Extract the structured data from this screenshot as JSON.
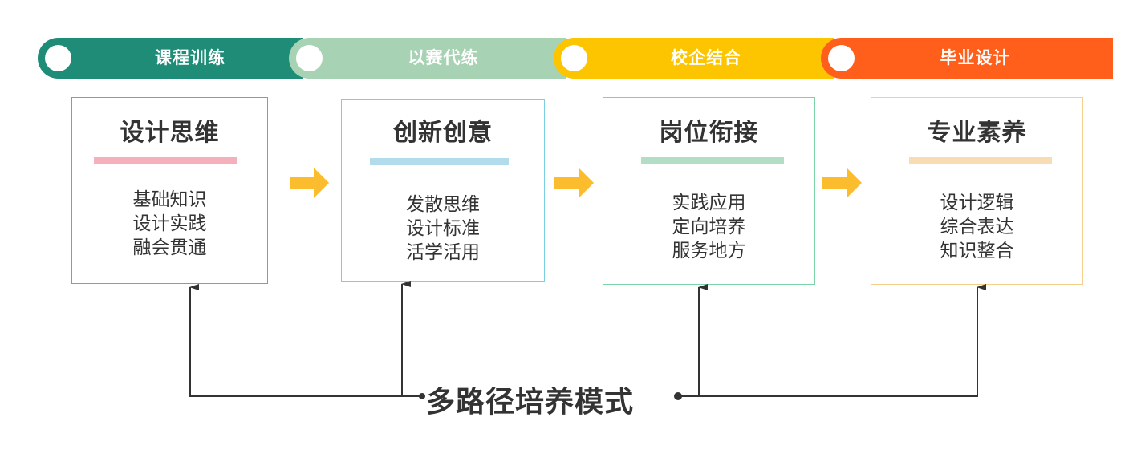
{
  "stages": [
    {
      "label": "课程训练",
      "color": "#1F8C77"
    },
    {
      "label": "以赛代练",
      "color": "#A8D2B4"
    },
    {
      "label": "校企结合",
      "color": "#FDC500"
    },
    {
      "label": "毕业设计",
      "color": "#FF5F1A"
    }
  ],
  "cards": [
    {
      "title": "设计思维",
      "border_color": "#EC6F8A",
      "rule_color": "#F6B0BC",
      "items": [
        "基础知识",
        "设计实践",
        "融会贯通"
      ]
    },
    {
      "title": "创新创意",
      "border_color": "#7ACFE0",
      "rule_color": "#B2DCEC",
      "items": [
        "发散思维",
        "设计标准",
        "活学活用"
      ]
    },
    {
      "title": "岗位衔接",
      "border_color": "#7DD3A8",
      "rule_color": "#B1DEC4",
      "items": [
        "实践应用",
        "定向培养",
        "服务地方"
      ]
    },
    {
      "title": "专业素养",
      "border_color": "#F5D08A",
      "rule_color": "#F8DCB4",
      "items": [
        "设计逻辑",
        "综合表达",
        "知识整合"
      ]
    }
  ],
  "arrow_color": "#FBBC2E",
  "footer": {
    "title": "多路径培养模式"
  }
}
